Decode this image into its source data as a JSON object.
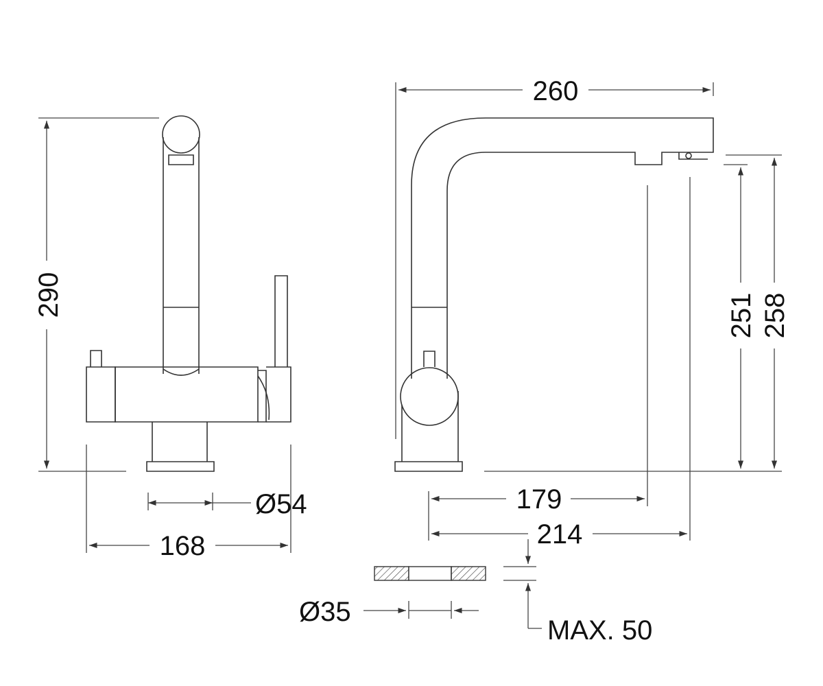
{
  "dimensions": {
    "total_height": "290",
    "base_width": "168",
    "base_diameter": "Ø54",
    "spout_length": "260",
    "outlet_height_inner": "251",
    "outlet_height_outer": "258",
    "reach_inner": "179",
    "reach_outer": "214",
    "hole_diameter": "Ø35",
    "max_thickness": "MAX. 50"
  },
  "colors": {
    "line": "#333333",
    "background": "#ffffff"
  }
}
